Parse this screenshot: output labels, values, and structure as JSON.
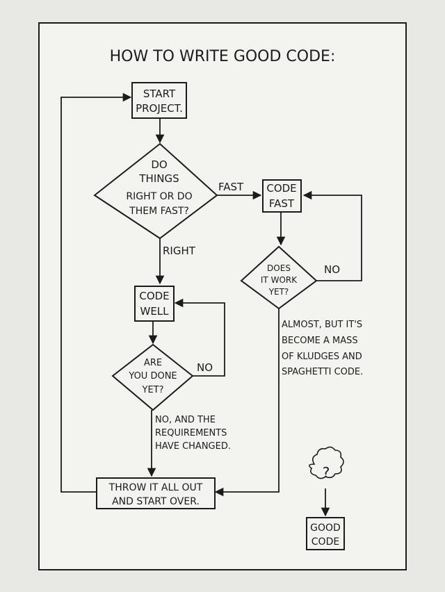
{
  "title": "HOW TO WRITE GOOD CODE:",
  "nodes": {
    "start": [
      "START",
      "PROJECT."
    ],
    "decision_right_fast": [
      "DO",
      "THINGS",
      "RIGHT OR DO",
      "THEM FAST?"
    ],
    "code_fast": [
      "CODE",
      "FAST"
    ],
    "works_yet": [
      "DOES",
      "IT WORK",
      "YET?"
    ],
    "code_well": [
      "CODE",
      "WELL"
    ],
    "done_yet": [
      "ARE",
      "YOU DONE",
      "YET?"
    ],
    "throw_out": [
      "THROW IT ALL OUT",
      "AND START OVER."
    ],
    "mystery": "?",
    "good_code": [
      "GOOD",
      "CODE"
    ]
  },
  "labels": {
    "fast": "FAST",
    "right": "RIGHT",
    "no_works": "NO",
    "no_done": "NO",
    "requirements": [
      "NO, AND THE",
      "REQUIREMENTS",
      "HAVE CHANGED."
    ],
    "almost": [
      "ALMOST, BUT IT'S",
      "BECOME A MASS",
      "OF KLUDGES AND",
      "SPAGHETTI CODE."
    ]
  }
}
